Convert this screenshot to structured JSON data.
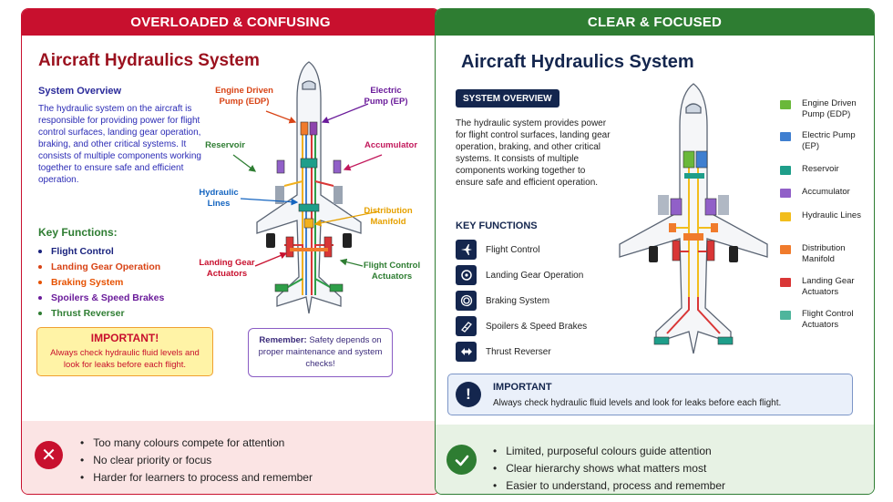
{
  "left": {
    "header": "OVERLOADED & CONFUSING",
    "title": "Aircraft Hydraulics System",
    "overview_heading": "System Overview",
    "overview_text": "The hydraulic system on the aircraft is responsible for providing power for flight control surfaces, landing gear operation, braking, and other critical systems. It consists of multiple components working together to ensure safe and efficient operation.",
    "key_functions_heading": "Key Functions:",
    "key_functions": [
      {
        "label": "Flight Control",
        "color": "#1a237e"
      },
      {
        "label": "Landing Gear Operation",
        "color": "#d84315"
      },
      {
        "label": "Braking System",
        "color": "#e65100"
      },
      {
        "label": "Spoilers & Speed Brakes",
        "color": "#6a1b9a"
      },
      {
        "label": "Thrust Reverser",
        "color": "#2e7d32"
      }
    ],
    "labels": {
      "edp": "Engine Driven Pump (EDP)",
      "ep": "Electric Pump (EP)",
      "reservoir": "Reservoir",
      "accumulator": "Accumulator",
      "lines": "Hydraulic Lines",
      "manifold": "Distribution Manifold",
      "gear": "Landing Gear Actuators",
      "fca": "Flight Control Actuators"
    },
    "important_heading": "IMPORTANT!",
    "important_text": "Always check hydraulic fluid levels and look for leaks before each flight.",
    "remember_bold": "Remember:",
    "remember_text": " Safety depends on proper maintenance and system checks!",
    "footer_icon": "✕",
    "footer": [
      "Too many colours compete for attention",
      "No clear priority or focus",
      "Harder for learners to process and remember"
    ]
  },
  "right": {
    "header": "CLEAR & FOCUSED",
    "title": "Aircraft Hydraulics System",
    "overview_badge": "SYSTEM OVERVIEW",
    "overview_text": "The hydraulic system provides power for flight control surfaces, landing gear operation, braking, and other critical systems. It consists of multiple components working together to ensure safe and efficient operation.",
    "key_functions_heading": "KEY FUNCTIONS",
    "key_functions": [
      {
        "label": "Flight Control",
        "icon": "airplane-icon"
      },
      {
        "label": "Landing Gear Operation",
        "icon": "landing-gear-icon"
      },
      {
        "label": "Braking System",
        "icon": "brake-icon"
      },
      {
        "label": "Spoilers & Speed Brakes",
        "icon": "spoiler-icon"
      },
      {
        "label": "Thrust Reverser",
        "icon": "thrust-reverser-icon"
      }
    ],
    "legend": [
      {
        "label": "Engine Driven Pump (EDP)",
        "color": "#6ab83a"
      },
      {
        "label": "Electric Pump (EP)",
        "color": "#3f7fd0"
      },
      {
        "label": "Reservoir",
        "color": "#1e9e8a"
      },
      {
        "label": "Accumulator",
        "color": "#9160c8"
      },
      {
        "label": "Hydraulic Lines",
        "color": "#f2bd1c"
      },
      {
        "label": "Distribution Manifold",
        "color": "#f07b2c"
      },
      {
        "label": "Landing Gear Actuators",
        "color": "#d93636"
      },
      {
        "label": "Flight Control Actuators",
        "color": "#4fb59c"
      }
    ],
    "important_icon": "!",
    "important_heading": "IMPORTANT",
    "important_text": "Always check hydraulic fluid levels and look for leaks before each flight.",
    "footer": [
      "Limited, purposeful colours guide attention",
      "Clear hierarchy shows what matters most",
      "Easier to understand, process and remember"
    ]
  },
  "colors": {
    "red_accent": "#c8102e",
    "green_accent": "#2e7d32",
    "navy": "#14264e"
  }
}
